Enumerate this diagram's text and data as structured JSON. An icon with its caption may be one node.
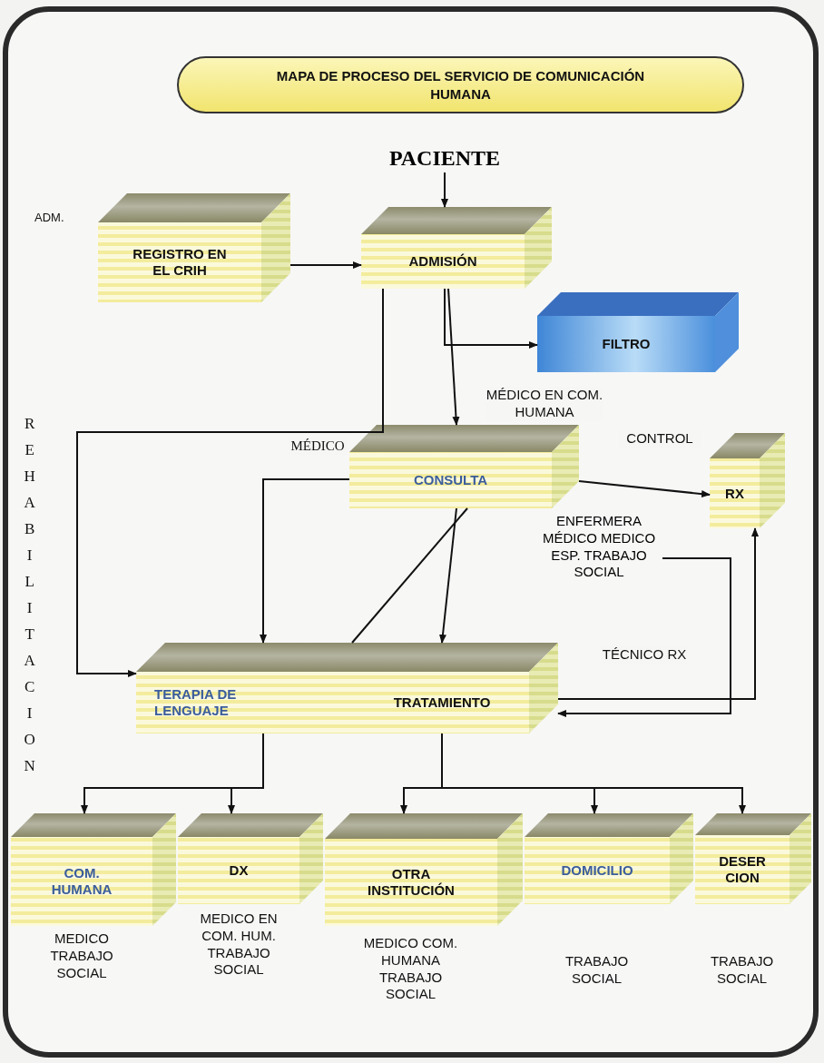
{
  "diagram": {
    "title": "MAPA DE PROCESO DEL SERVICIO DE COMUNICACIÓN HUMANA",
    "nodes": [
      {
        "text": [
          "PACIENTE"
        ]
      },
      {
        "text": [
          "REGISTRO EN EL CRIH"
        ]
      },
      {
        "text": [
          "ADMISIÓN"
        ]
      },
      {
        "text": [
          "FILTRO"
        ]
      },
      {
        "text": [
          "CONSULTA"
        ]
      },
      {
        "text": [
          "RX"
        ]
      },
      {
        "text": [
          "TERAPIA DE LENGUAJE",
          "TRATAMIENTO"
        ]
      },
      {
        "text": [
          "COM. HUMANA"
        ],
        "beside": [
          "MEDICO TRABAJO SOCIAL"
        ]
      },
      {
        "text": [
          "DX"
        ],
        "beside": [
          "MEDICO EN COM. HUM. TRABAJO SOCIAL"
        ]
      },
      {
        "text": [
          "OTRA INSTITUCIÓN"
        ],
        "beside": [
          "MEDICO COM. HUMANA TRABAJO SOCIAL"
        ]
      },
      {
        "text": [
          "DOMICILIO"
        ],
        "beside": [
          "TRABAJO SOCIAL"
        ]
      },
      {
        "text": [
          "DESER CION"
        ],
        "beside": [
          "TRABAJO SOCIAL"
        ]
      },
      {
        "text": [
          "ENFERMERA MÉDICO MEDICO ESP. TRABAJO SOCIAL"
        ]
      }
    ],
    "edges": [
      {
        "from": 0,
        "to": 2,
        "arrow": "to"
      },
      {
        "from": 1,
        "to": 2,
        "arrow": "to"
      },
      {
        "from": 2,
        "to": 3,
        "arrow": "to"
      },
      {
        "from": 2,
        "to": 4,
        "arrow": "to",
        "label": "MÉDICO EN COM. HUMANA"
      },
      {
        "from": 2,
        "to": 6,
        "arrow": "to",
        "label": "MÉDICO"
      },
      {
        "from": 4,
        "to": 6,
        "arrow": "to"
      },
      {
        "from": 4,
        "to": 6,
        "arrow": "to"
      },
      {
        "from": 4,
        "to": 6,
        "arrow": "none"
      },
      {
        "from": 4,
        "to": 5,
        "arrow": "to",
        "label": "CONTROL"
      },
      {
        "from": 6,
        "to": 5,
        "arrow": "to",
        "label": "TÉCNICO RX"
      },
      {
        "from": 12,
        "to": 6,
        "arrow": "to"
      },
      {
        "from": 6,
        "to": 7,
        "arrow": "to"
      },
      {
        "from": 6,
        "to": 8,
        "arrow": "to"
      },
      {
        "from": 6,
        "to": 9,
        "arrow": "to"
      },
      {
        "from": 6,
        "to": 10,
        "arrow": "to"
      },
      {
        "from": 6,
        "to": 11,
        "arrow": "to"
      }
    ],
    "labels": [
      "ADM.",
      "REHABILITACION"
    ]
  }
}
